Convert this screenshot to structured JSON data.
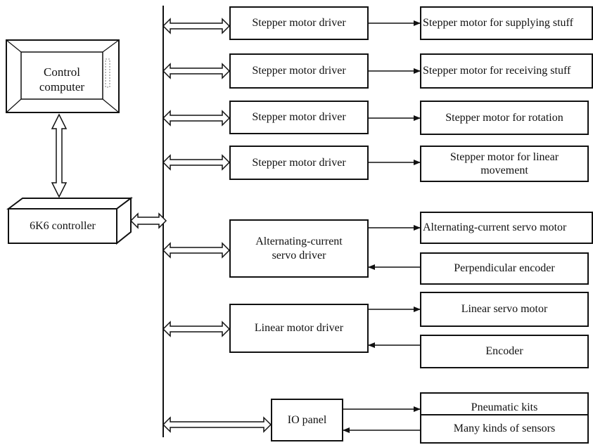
{
  "computer": {
    "label": "Control\ncomputer"
  },
  "controller": {
    "label": "6K6 controller"
  },
  "drivers": {
    "stepper_1": "Stepper motor driver",
    "stepper_2": "Stepper motor driver",
    "stepper_3": "Stepper motor driver",
    "stepper_4": "Stepper motor driver",
    "ac_servo": "Alternating-current\nservo driver",
    "linear": "Linear motor driver",
    "io_panel": "IO panel"
  },
  "devices": {
    "supplying": "Stepper motor for supplying stuff",
    "receiving": "Stepper motor for receiving stuff",
    "rotation": "Stepper motor for rotation",
    "linear_move": "Stepper motor for linear\nmovement",
    "ac_motor": "Alternating-current servo motor",
    "perp_encoder": "Perpendicular encoder",
    "linear_servo": "Linear servo motor",
    "encoder": "Encoder",
    "pneumatic": "Pneumatic kits",
    "sensors": "Many kinds of sensors"
  }
}
